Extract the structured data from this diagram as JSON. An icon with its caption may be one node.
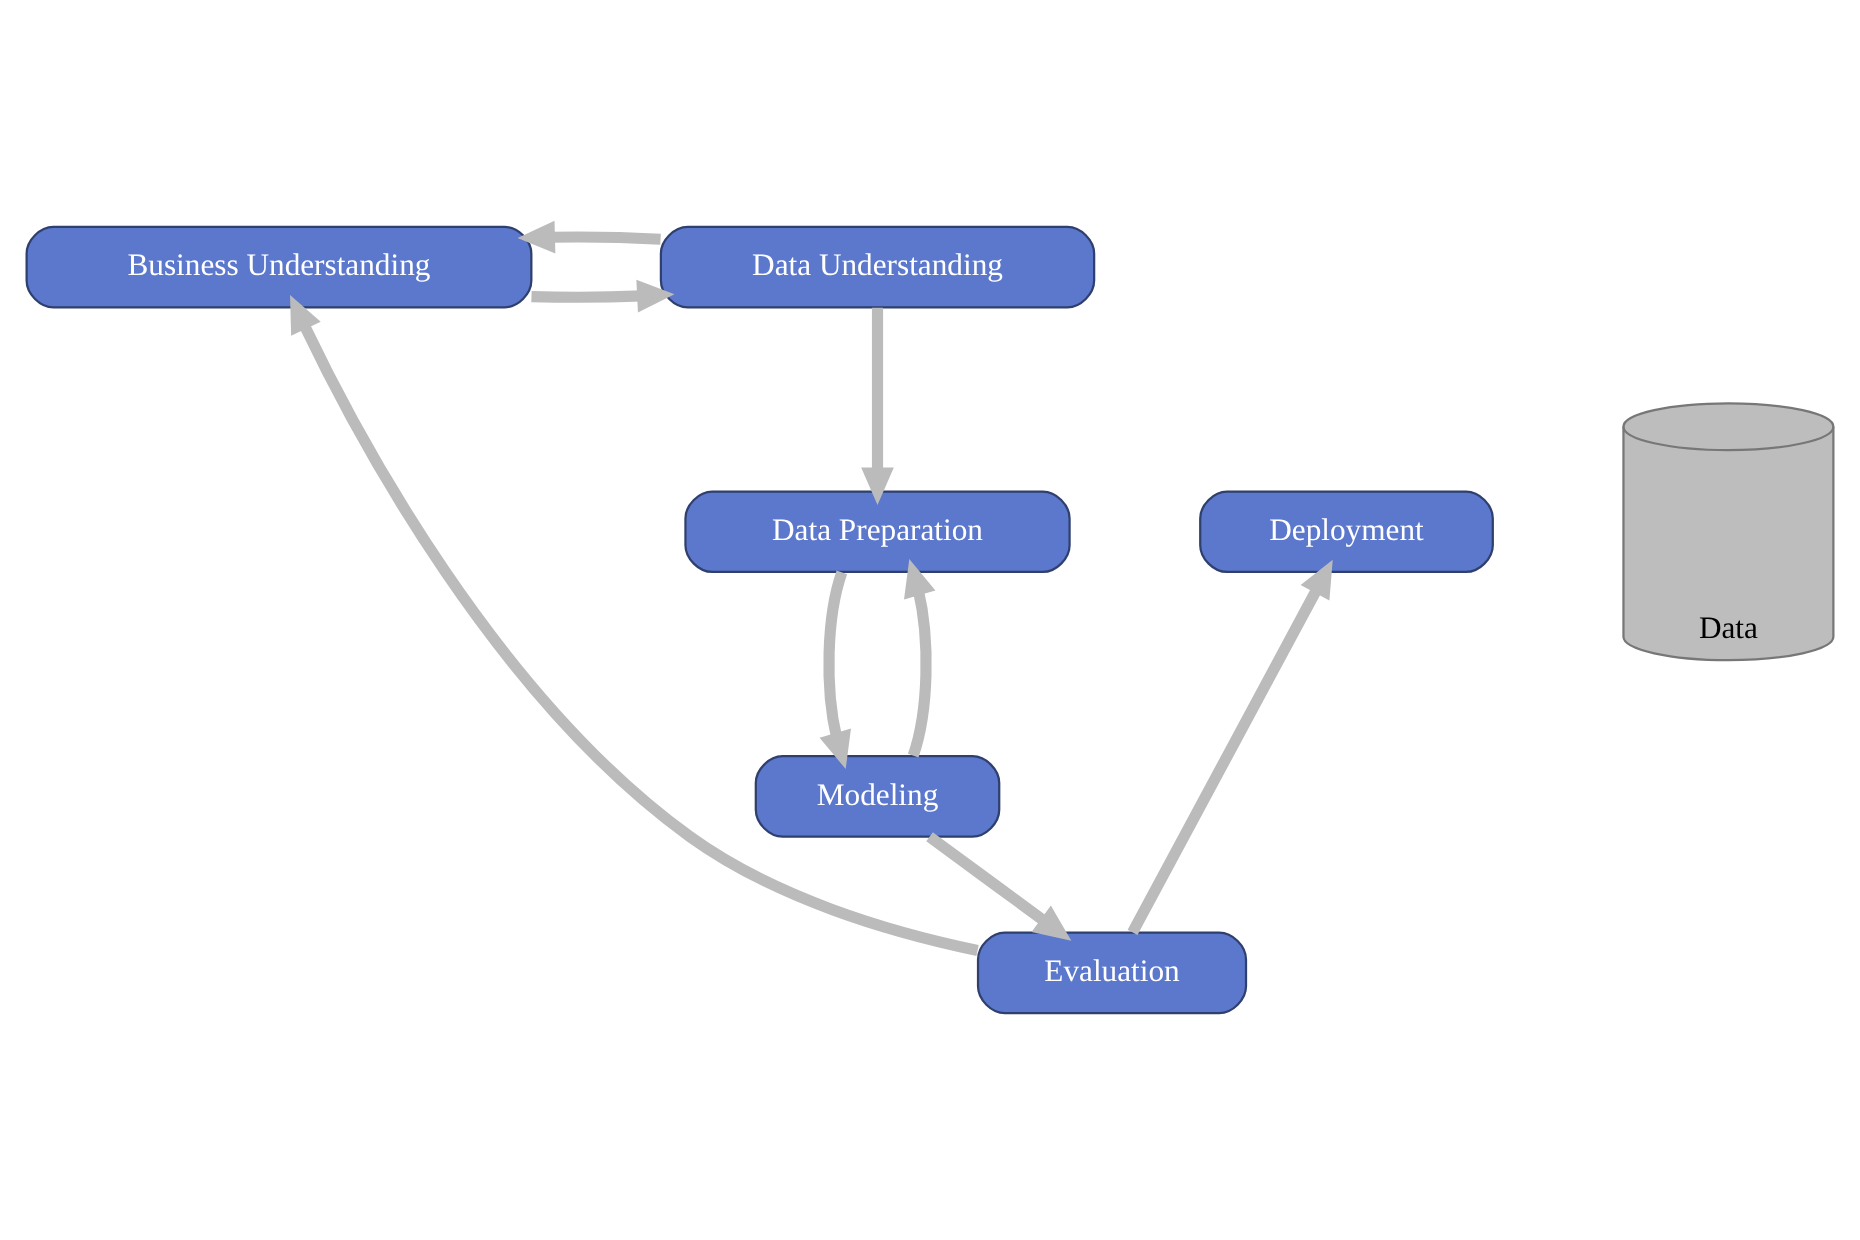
{
  "diagram": {
    "nodes": [
      {
        "text": [
          "Business Understanding"
        ]
      },
      {
        "text": [
          "Data Understanding"
        ]
      },
      {
        "text": [
          "Data Preparation"
        ]
      },
      {
        "text": [
          "Deployment"
        ]
      },
      {
        "text": [
          "Data"
        ]
      },
      {
        "text": [
          "Modeling"
        ]
      },
      {
        "text": [
          "Evaluation"
        ]
      }
    ],
    "edges": [
      {
        "from": 0,
        "to": 1,
        "arrow": "to"
      },
      {
        "from": 1,
        "to": 0,
        "arrow": "to"
      },
      {
        "from": 1,
        "to": 2,
        "arrow": "to"
      },
      {
        "from": 2,
        "to": 5,
        "arrow": "to"
      },
      {
        "from": 5,
        "to": 2,
        "arrow": "to"
      },
      {
        "from": 5,
        "to": 6,
        "arrow": "to"
      },
      {
        "from": 6,
        "to": 0,
        "arrow": "to"
      },
      {
        "from": 6,
        "to": 3,
        "arrow": "to"
      }
    ]
  }
}
